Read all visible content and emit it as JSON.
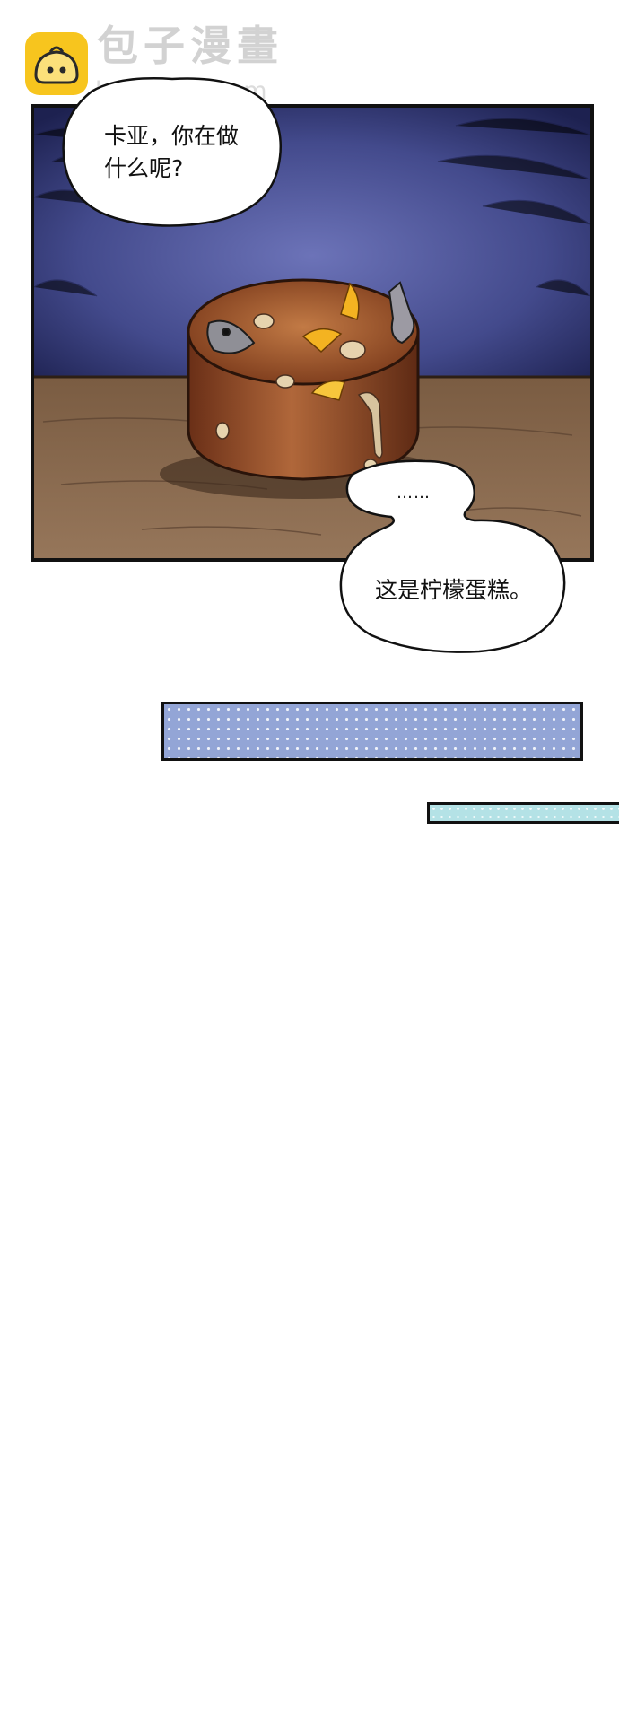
{
  "watermark": {
    "title": "包子漫畫",
    "url": "baozimh.com"
  },
  "dialogue": {
    "bubble_1": "卡亚，你在做什么呢?",
    "bubble_2": "……",
    "bubble_3": "这是柠檬蛋糕。"
  },
  "colors": {
    "night_sky": "#434a8c",
    "table_wood": "#8b6a4c",
    "cake": "#9a4f2a",
    "lemon": "#f4b321",
    "strip_blue": "#93a5d6",
    "strip_cyan": "#b4e2e6",
    "logo_yellow": "#f7c51e"
  }
}
